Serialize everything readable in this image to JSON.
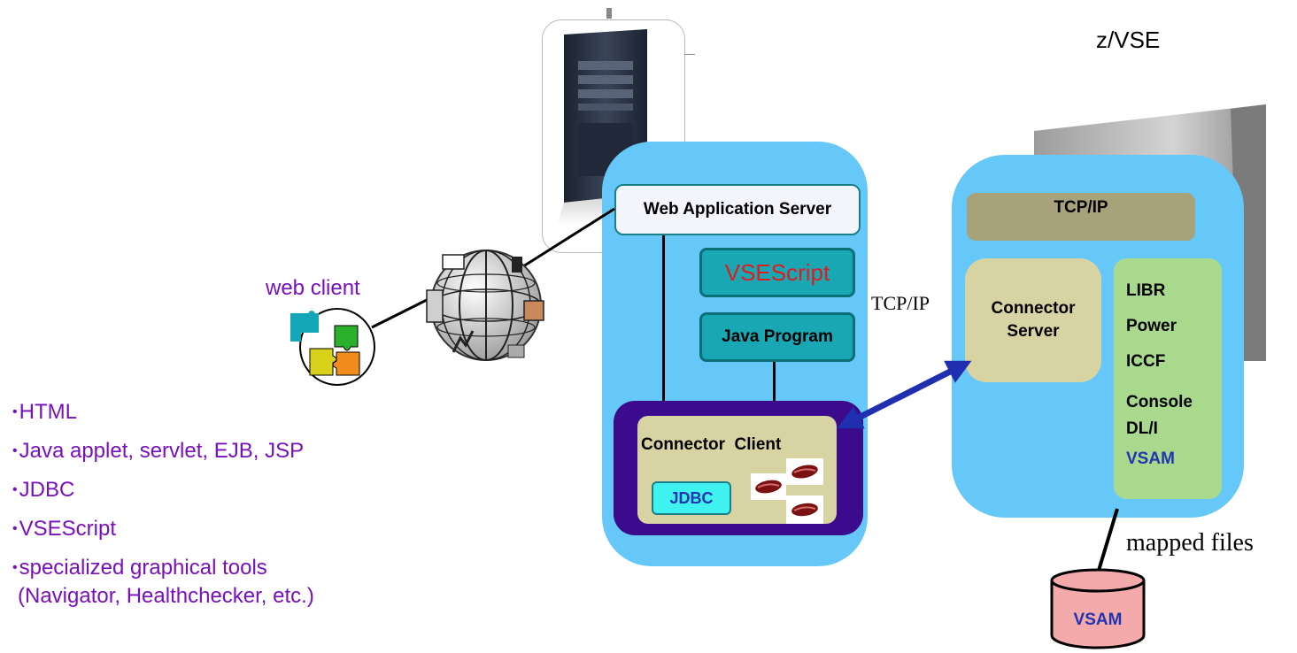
{
  "title_zvse": "z/VSE",
  "web_client_label": "web client",
  "bullets": [
    "HTML",
    "Java applet, servlet, EJB, JSP",
    "JDBC",
    "VSEScript",
    "specialized graphical tools",
    "(Navigator, Healthchecker, etc.)"
  ],
  "left_panel": {
    "web_app_server": "Web Application Server",
    "vsescript": "VSEScript",
    "java_program": "Java Program",
    "connector_client": "Connector  Client",
    "jdbc": "JDBC"
  },
  "tcpip_link_label": "TCP/IP",
  "right_panel": {
    "tcpip": "TCP/IP",
    "connector_server": [
      "Connector",
      "Server"
    ],
    "services": [
      "LIBR",
      "Power",
      "ICCF",
      "Console",
      "DL/I",
      "VSAM"
    ]
  },
  "mapped_files_label": "mapped files",
  "vsam_cylinder_label": "VSAM",
  "colors": {
    "panel_blue": "#66c8f8",
    "connector_client_border": "#3c0a8c",
    "beige": "#d7d3a2",
    "teal": "#1aa7b4",
    "green_box": "#a9d98c",
    "khaki": "#a8a27a",
    "purple_text": "#7a0fbd",
    "red_text": "#e21c1c",
    "arrow_blue": "#1f2fb0",
    "cylinder_pink": "#f4a9aa"
  }
}
